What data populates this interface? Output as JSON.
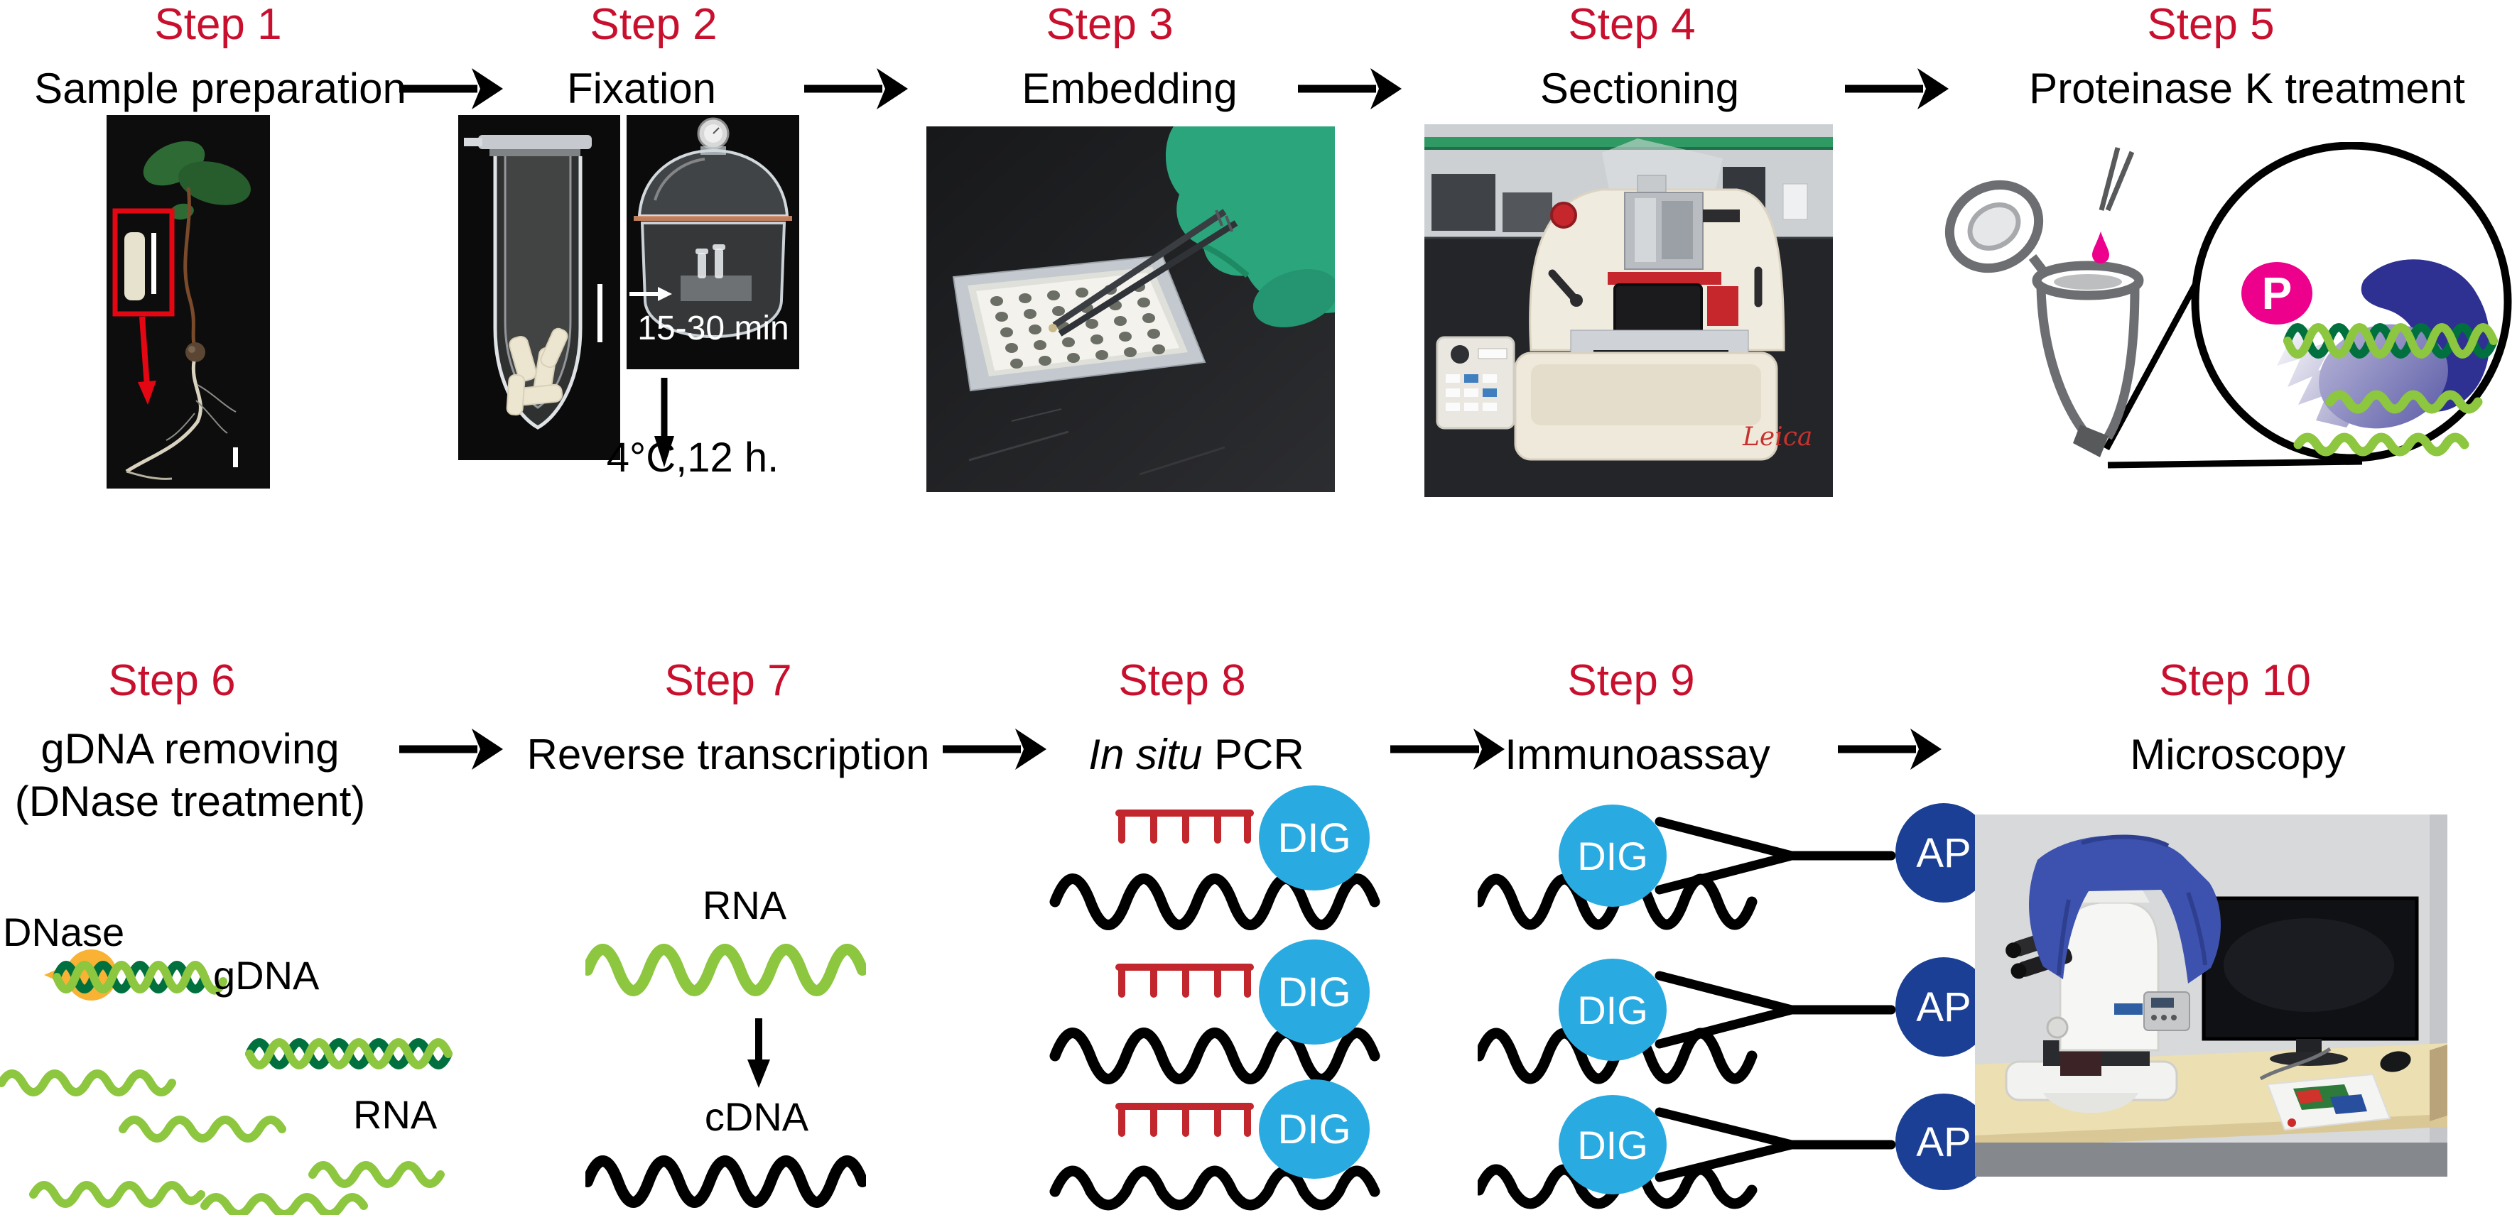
{
  "figure": {
    "type": "laboratory protocol workflow",
    "rows": 2,
    "step_count": 10
  },
  "steps": [
    {
      "label": "Step 1",
      "title": "Sample preparation"
    },
    {
      "label": "Step 2",
      "title": "Fixation",
      "vacuum_time": "15-30 min",
      "cold_incubation": "4°C,12 h."
    },
    {
      "label": "Step 3",
      "title": "Embedding"
    },
    {
      "label": "Step 4",
      "title": "Sectioning",
      "brand": "Leica"
    },
    {
      "label": "Step 5",
      "title": "Proteinase K treatment",
      "badge": "P"
    },
    {
      "label": "Step 6",
      "title_line1": "gDNA removing",
      "title_line2": "(DNase treatment)",
      "labels": {
        "enzyme": "DNase",
        "gdna": "gDNA",
        "rna": "RNA"
      }
    },
    {
      "label": "Step 7",
      "title": "Reverse transcription",
      "labels": {
        "rna": "RNA",
        "cdna": "cDNA"
      }
    },
    {
      "label": "Step 8",
      "title_italic": "In situ",
      "title_rest": "PCR",
      "badge": "DIG"
    },
    {
      "label": "Step 9",
      "title": "Immunoassay",
      "badges": {
        "dig": "DIG",
        "ap": "AP"
      }
    },
    {
      "label": "Step 10",
      "title": "Microscopy"
    }
  ],
  "colors": {
    "step_label_red": "#C8102E",
    "title_black": "#000000",
    "arrow_black": "#000000",
    "primer_red": "#C1272D",
    "dig_blue": "#29ABE2",
    "ap_navy": "#1B3F94",
    "p_magenta": "#EC008C",
    "rna_green": "#8DC63F",
    "dna_dark_green": "#00713E",
    "dnase_orange": "#F9B233",
    "protein_navy": "#2E3192",
    "glove_green": "#2BA57C",
    "cover_blue": "#3D52AE"
  }
}
